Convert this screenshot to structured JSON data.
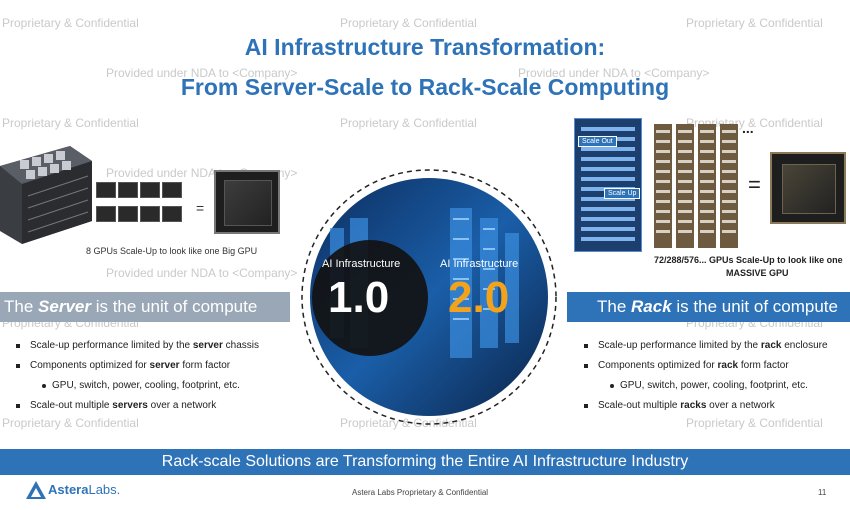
{
  "title": {
    "line1": "AI Infrastructure Transformation:",
    "line2": "From Server-Scale to Rack-Scale Computing"
  },
  "watermarks": {
    "confidential": "Proprietary & Confidential",
    "nda": "Provided under NDA to <Company>"
  },
  "left_panel": {
    "caption": "8 GPUs Scale-Up to look like one Big GPU",
    "equals": "=",
    "header_pre": "The ",
    "header_em": "Server",
    "header_post": " is the unit of compute",
    "bullets": [
      {
        "pre": "Scale-up performance limited by the ",
        "em": "server",
        "post": " chassis"
      },
      {
        "pre": "Components optimized for ",
        "em": "server",
        "post": " form factor"
      },
      {
        "sub": "GPU, switch, power, cooling, footprint, etc."
      },
      {
        "pre": "Scale-out multiple ",
        "em": "servers",
        "post": " over a network"
      }
    ]
  },
  "center": {
    "label1": "AI Infrastructure",
    "value1": "1.0",
    "label2": "AI Infrastructure",
    "value2": "2.0"
  },
  "right_panel": {
    "scale_out": "Scale Out",
    "scale_up": "Scale Up",
    "ellipsis": "...",
    "equals": "=",
    "caption_line1": "72/288/576... GPUs Scale-Up to look like one",
    "caption_line2": "MASSIVE GPU",
    "header_pre": "The ",
    "header_em": "Rack",
    "header_post": " is the unit of compute",
    "bullets": [
      {
        "pre": "Scale-up performance limited by the ",
        "em": "rack",
        "post": " enclosure"
      },
      {
        "pre": "Components optimized for ",
        "em": "rack",
        "post": " form factor"
      },
      {
        "sub": "GPU, switch, power, cooling, footprint, etc."
      },
      {
        "pre": "Scale-out multiple ",
        "em": "racks",
        "post": " over a network"
      }
    ]
  },
  "banner": "Rack-scale Solutions are Transforming the Entire AI Infrastructure Industry",
  "footer": {
    "logo_a": "Astera",
    "logo_b": "Labs.",
    "center": "Astera Labs Proprietary & Confidential",
    "page": "11"
  },
  "colors": {
    "accent": "#2e73b8",
    "gray_header": "#9aa7b6",
    "gold": "#f2a31b"
  }
}
